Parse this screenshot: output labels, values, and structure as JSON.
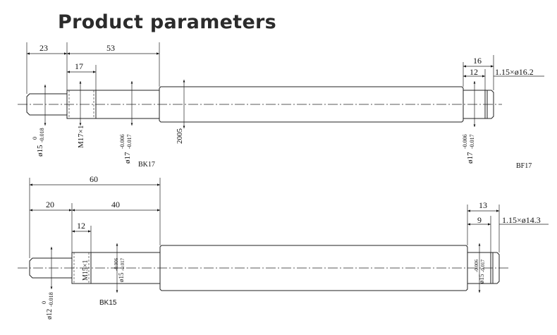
{
  "header": {
    "title": "Product parameters"
  },
  "shaft_bk17": {
    "dims": {
      "d23": "23",
      "d53": "53",
      "d17": "17",
      "d16": "16",
      "d12": "12",
      "groove": "1.15×ø16.2",
      "dia15": "ø15",
      "dia15_tol_up": "0",
      "dia15_tol_low": "-0.018",
      "thread": "M17×1",
      "dia17": "ø17",
      "dia17_tol_up": "-0.006",
      "dia17_tol_low": "-0.017",
      "length": "2005"
    },
    "label_left": "BK17",
    "label_right": "BF17"
  },
  "shaft_bk15": {
    "dims": {
      "d60": "60",
      "d20": "20",
      "d40": "40",
      "d12": "12",
      "d13": "13",
      "d9": "9",
      "groove": "1.15×ø14.3",
      "dia12": "ø12",
      "dia12_tol_up": "0",
      "dia12_tol_low": "-0.018",
      "thread": "M15×1",
      "dia15": "ø15",
      "dia15_tol_up": "-0.006",
      "dia15_tol_low": "-0.017"
    },
    "label_left": "BK15"
  }
}
